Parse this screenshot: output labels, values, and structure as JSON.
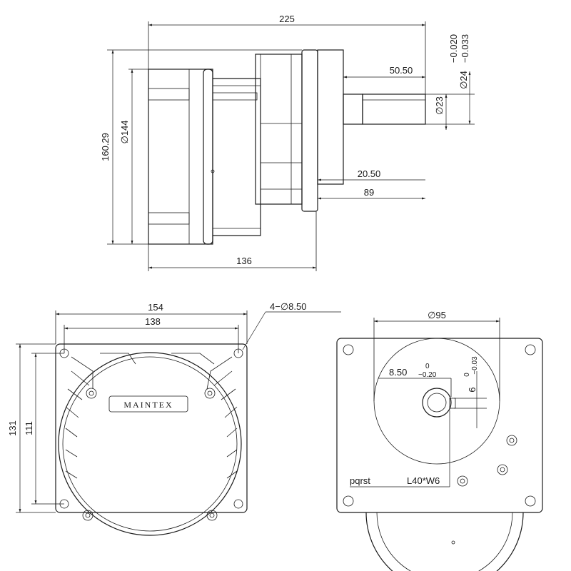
{
  "dimensions": {
    "length_overall": "225",
    "height": "160.29",
    "flange_diameter": "∅144",
    "body_length": "136",
    "shaft_diameter_tolerance_upper": "−0.020",
    "shaft_diameter_tolerance_lower": "−0.033",
    "shaft_diameter": "∅24",
    "shaft_length": "50.50",
    "shaft_diameter_small": "∅23",
    "flange_offset": "20.50",
    "shaft_from_flange": "89",
    "flange_width": "154",
    "hole_spacing_horizontal": "138",
    "mounting_holes": "4−∅8.50",
    "flange_height": "131",
    "hole_spacing_vertical": "111",
    "pilot_diameter": "∅95",
    "key_depth": "8.50",
    "key_depth_tol_upper": "0",
    "key_depth_tol_lower": "−0.20",
    "key_width": "6",
    "key_width_tol_upper": "0",
    "key_width_tol_lower": "−0.03",
    "part_label": "pqrst",
    "key_spec": "L40*W6"
  },
  "brand": "MAINTEX"
}
